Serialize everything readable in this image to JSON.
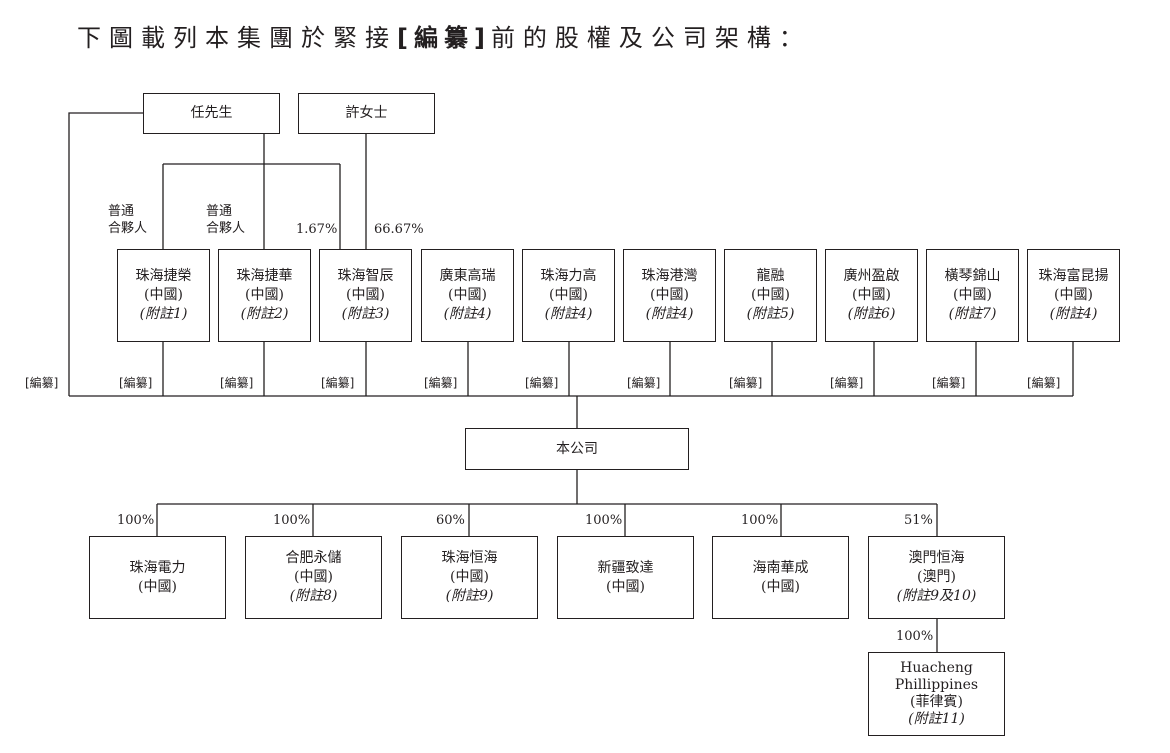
{
  "title": {
    "pre": "下圖載列本集團於緊接",
    "redact": "[編纂]",
    "post": "前的股權及公司架構："
  },
  "persons": {
    "mr_ren": "任先生",
    "ms_xu": "許女士"
  },
  "gp_label": {
    "line1": "普通",
    "line2": "合夥人"
  },
  "pct_1_67": "1.67%",
  "pct_66_67": "66.67%",
  "redacted": "[編纂]",
  "shareholders": [
    {
      "name": "珠海捷榮",
      "loc": "(中國)",
      "note": "(附註1)"
    },
    {
      "name": "珠海捷華",
      "loc": "(中國)",
      "note": "(附註2)"
    },
    {
      "name": "珠海智辰",
      "loc": "(中國)",
      "note": "(附註3)"
    },
    {
      "name": "廣東高瑞",
      "loc": "(中國)",
      "note": "(附註4)"
    },
    {
      "name": "珠海力高",
      "loc": "(中國)",
      "note": "(附註4)"
    },
    {
      "name": "珠海港灣",
      "loc": "(中國)",
      "note": "(附註4)"
    },
    {
      "name": "龍融",
      "loc": "(中國)",
      "note": "(附註5)"
    },
    {
      "name": "廣州盈啟",
      "loc": "(中國)",
      "note": "(附註6)"
    },
    {
      "name": "橫琴錦山",
      "loc": "(中國)",
      "note": "(附註7)"
    },
    {
      "name": "珠海富昆揚",
      "loc": "(中國)",
      "note": "(附註4)"
    }
  ],
  "company": "本公司",
  "subsidiaries": [
    {
      "pct": "100%",
      "name": "珠海電力",
      "loc": "(中國)",
      "note": ""
    },
    {
      "pct": "100%",
      "name": "合肥永儲",
      "loc": "(中國)",
      "note": "(附註8)"
    },
    {
      "pct": "60%",
      "name": "珠海恒海",
      "loc": "(中國)",
      "note": "(附註9)"
    },
    {
      "pct": "100%",
      "name": "新疆致達",
      "loc": "(中國)",
      "note": ""
    },
    {
      "pct": "100%",
      "name": "海南華成",
      "loc": "(中國)",
      "note": ""
    },
    {
      "pct": "51%",
      "name": "澳門恒海",
      "loc": "(澳門)",
      "note": "(附註9及10)"
    }
  ],
  "sub_sub": {
    "pct": "100%",
    "name1": "Huacheng",
    "name2": "Phillippines",
    "loc": "(菲律賓)",
    "note": "(附註11)"
  }
}
